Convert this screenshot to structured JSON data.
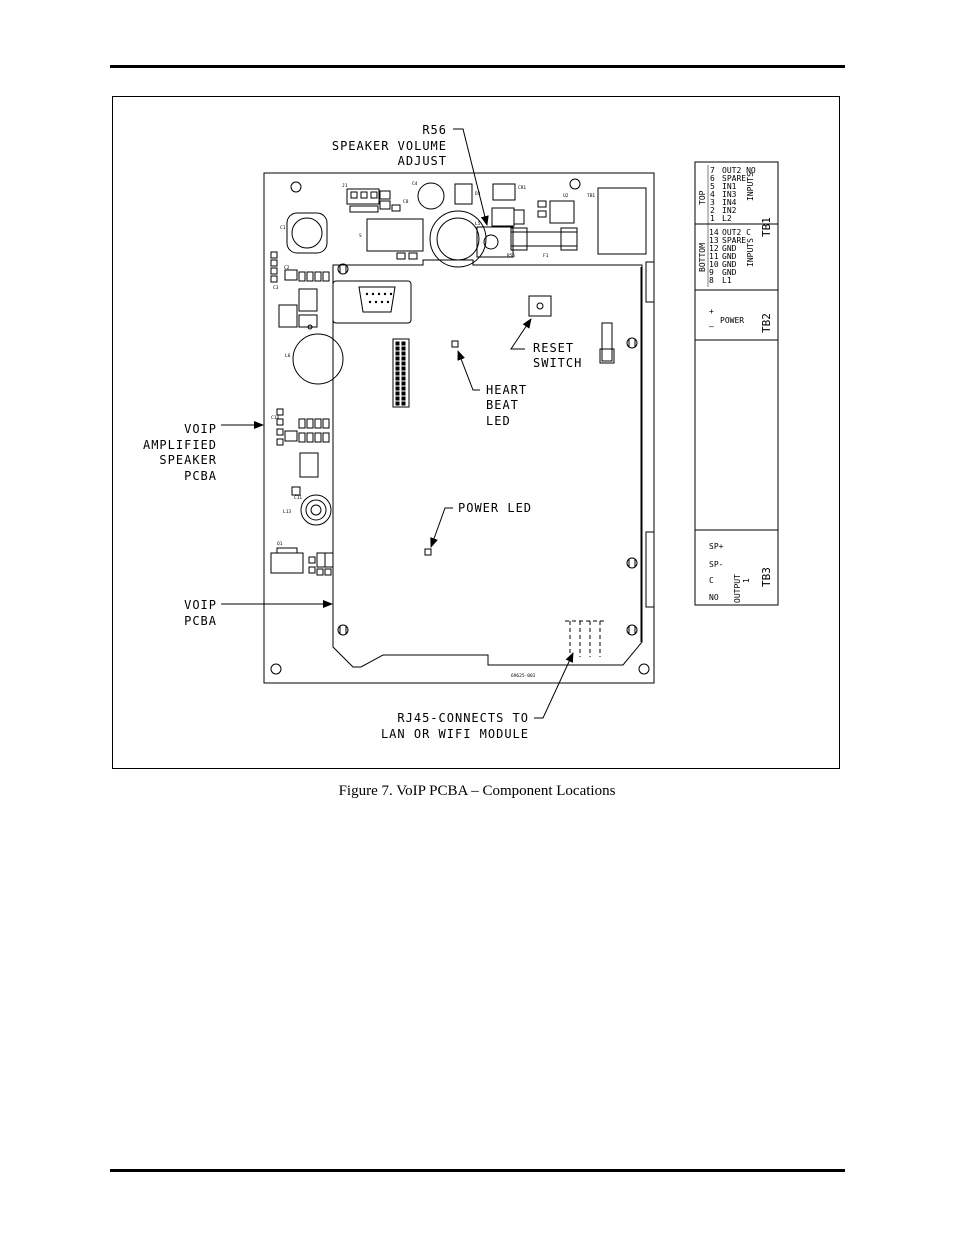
{
  "callouts": {
    "r56": [
      "R56",
      "SPEAKER VOLUME",
      "ADJUST"
    ],
    "reset_switch": [
      "RESET",
      "SWITCH"
    ],
    "heart_beat_led": [
      "HEART",
      "BEAT",
      "LED"
    ],
    "voip_amplified_speaker_pcba": [
      "VOIP",
      "AMPLIFIED",
      "SPEAKER",
      "PCBA"
    ],
    "power_led": "POWER LED",
    "voip_pcba": [
      "VOIP",
      "PCBA"
    ],
    "rj45": [
      "RJ45-CONNECTS TO",
      "LAN OR WIFI MODULE"
    ]
  },
  "board": {
    "part_number": "69625-001",
    "component_refs": [
      "J1",
      "C4",
      "C8",
      "D3",
      "CR1",
      "U2",
      "TB1",
      "C1",
      "L5",
      "F1",
      "C2",
      "C3",
      "S",
      "L6",
      "R56",
      "Q1",
      "L13",
      "C11",
      "C14"
    ]
  },
  "terminal_blocks": {
    "tb1": {
      "label": "TB1",
      "top_label": "TOP",
      "bottom_label": "BOTTOM",
      "inputs_label": "INPUTS",
      "top_rows": [
        {
          "pin": "7",
          "name": "OUT2 NO"
        },
        {
          "pin": "6",
          "name": "SPARE"
        },
        {
          "pin": "5",
          "name": "IN1"
        },
        {
          "pin": "4",
          "name": "IN3"
        },
        {
          "pin": "3",
          "name": "IN4"
        },
        {
          "pin": "2",
          "name": "IN2"
        },
        {
          "pin": "1",
          "name": "L2"
        }
      ],
      "bottom_rows": [
        {
          "pin": "14",
          "name": "OUT2 C"
        },
        {
          "pin": "13",
          "name": "SPARE"
        },
        {
          "pin": "12",
          "name": "GND"
        },
        {
          "pin": "11",
          "name": "GND"
        },
        {
          "pin": "10",
          "name": "GND"
        },
        {
          "pin": "9",
          "name": "GND"
        },
        {
          "pin": "8",
          "name": "L1"
        }
      ]
    },
    "tb2": {
      "label": "TB2",
      "plus": "+",
      "minus": "–",
      "power": "POWER"
    },
    "tb3": {
      "label": "TB3",
      "rows": [
        "SP+",
        "SP-",
        "C",
        "NO"
      ],
      "output": "OUTPUT",
      "output_num": "1"
    }
  },
  "caption": "Figure 7.  VoIP PCBA – Component Locations"
}
